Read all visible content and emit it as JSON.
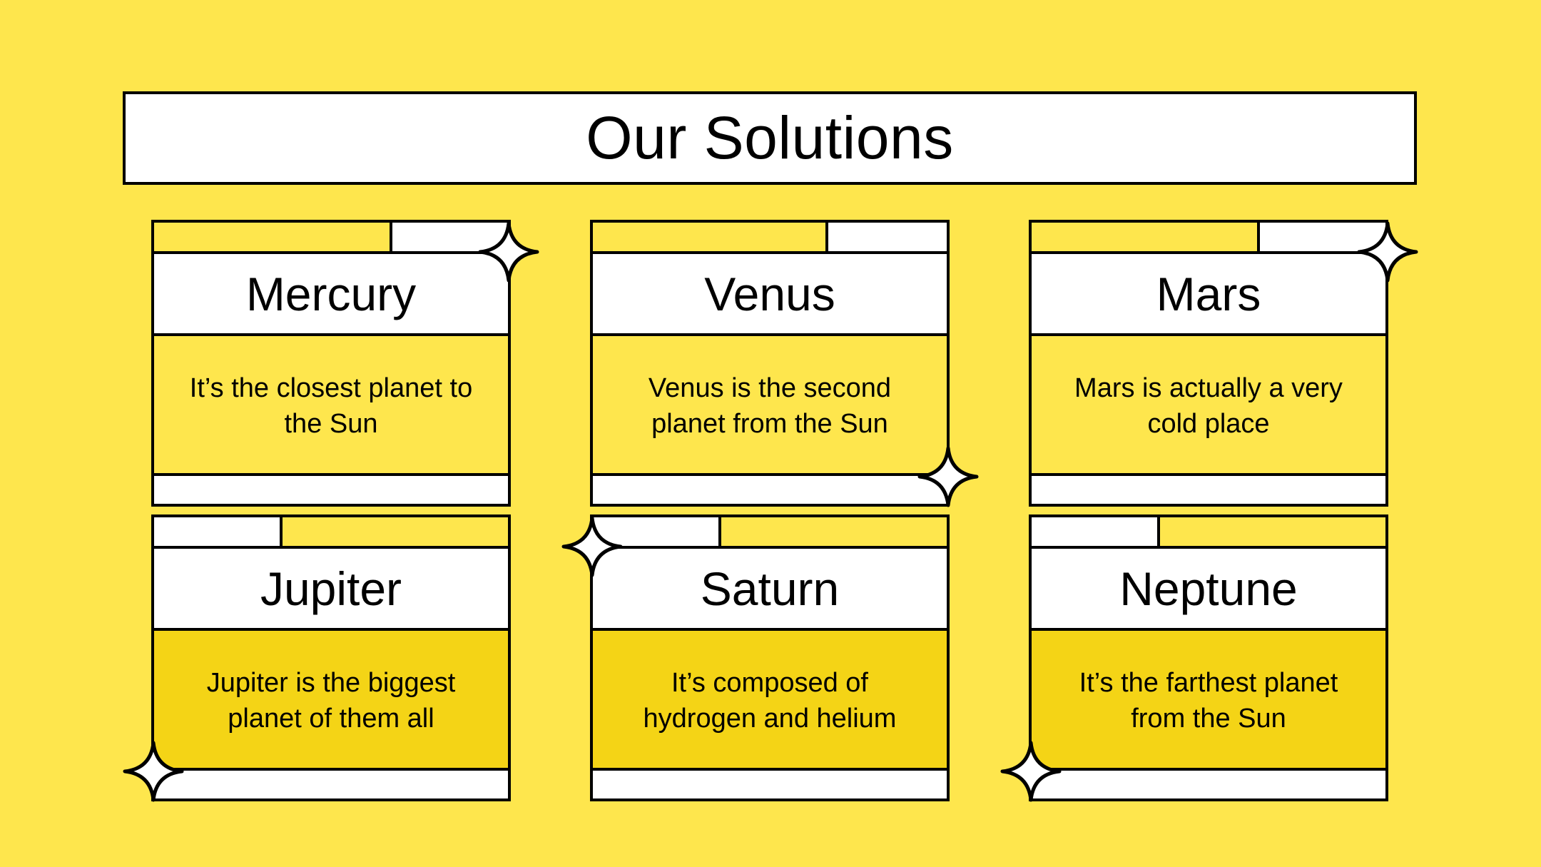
{
  "title": "Our Solutions",
  "cards": [
    {
      "name": "Mercury",
      "text": "It’s the closest planet to the Sun"
    },
    {
      "name": "Venus",
      "text": "Venus is the second planet from the Sun"
    },
    {
      "name": "Mars",
      "text": "Mars is actually a very cold place"
    },
    {
      "name": "Jupiter",
      "text": "Jupiter is the biggest planet of them all"
    },
    {
      "name": "Saturn",
      "text": "It’s composed of hydrogen and helium"
    },
    {
      "name": "Neptune",
      "text": "It’s the farthest planet from the Sun"
    }
  ],
  "colors": {
    "background": "#FEE64D",
    "accent_dark": "#F4D416",
    "outline": "#000000",
    "panel": "#FFFFFF"
  },
  "icons": [
    "sparkle-icon"
  ]
}
